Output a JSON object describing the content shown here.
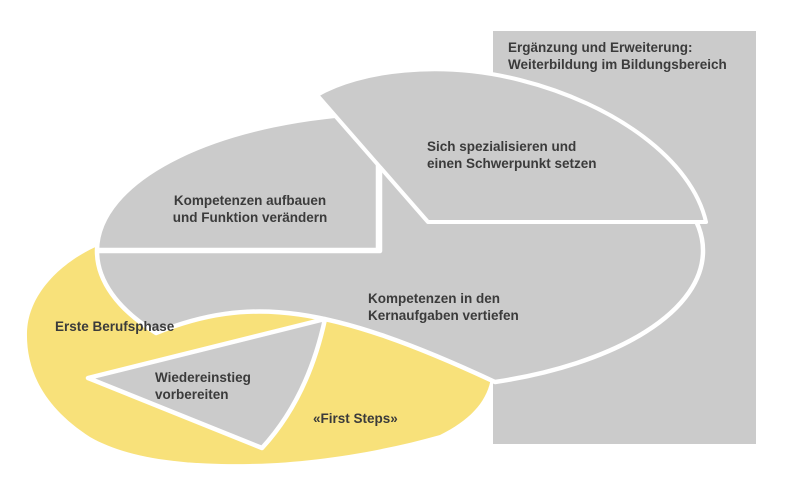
{
  "diagram": {
    "title_box": {
      "line1": "Ergänzung und Erweiterung:",
      "line2": "Weiterbildung im Bildungsbereich"
    },
    "sectors": {
      "specialize": {
        "line1": "Sich spezialisieren und",
        "line2": "einen Schwerpunkt setzen"
      },
      "build": {
        "line1": "Kompetenzen aufbauen",
        "line2": "und Funktion verändern"
      },
      "core": {
        "line1": "Kompetenzen in den",
        "line2": "Kernaufgaben vertiefen"
      },
      "reentry": {
        "line1": "Wiedereinstieg",
        "line2": "vorbereiten"
      },
      "first_phase": {
        "label": "Erste Berufsphase"
      },
      "first_steps": {
        "label": "«First Steps»"
      }
    },
    "colors": {
      "gray": "#cbcbcb",
      "yellow": "#f8e17a",
      "outline": "#ffffff",
      "text": "#3b3b3b"
    }
  }
}
